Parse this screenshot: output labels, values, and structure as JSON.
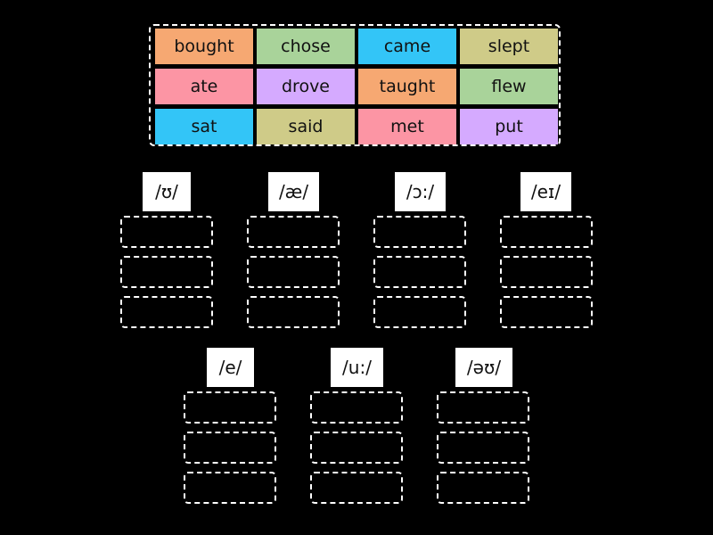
{
  "colors": {
    "orange": "#f6a872",
    "green": "#a9d39a",
    "cyan": "#33c5f7",
    "olive": "#cfcb88",
    "pink": "#fc95a4",
    "purple": "#d5aaff"
  },
  "tiles": [
    {
      "word": "bought",
      "color": "orange"
    },
    {
      "word": "chose",
      "color": "green"
    },
    {
      "word": "came",
      "color": "cyan"
    },
    {
      "word": "slept",
      "color": "olive"
    },
    {
      "word": "ate",
      "color": "pink"
    },
    {
      "word": "drove",
      "color": "purple"
    },
    {
      "word": "taught",
      "color": "orange"
    },
    {
      "word": "flew",
      "color": "green"
    },
    {
      "word": "sat",
      "color": "cyan"
    },
    {
      "word": "said",
      "color": "olive"
    },
    {
      "word": "met",
      "color": "pink"
    },
    {
      "word": "put",
      "color": "purple"
    }
  ],
  "categories": [
    {
      "label": "/ʊ/"
    },
    {
      "label": "/æ/"
    },
    {
      "label": "/ɔ:/"
    },
    {
      "label": "/eɪ/"
    },
    {
      "label": "/e/"
    },
    {
      "label": "/u:/"
    },
    {
      "label": "/əʊ/"
    }
  ]
}
